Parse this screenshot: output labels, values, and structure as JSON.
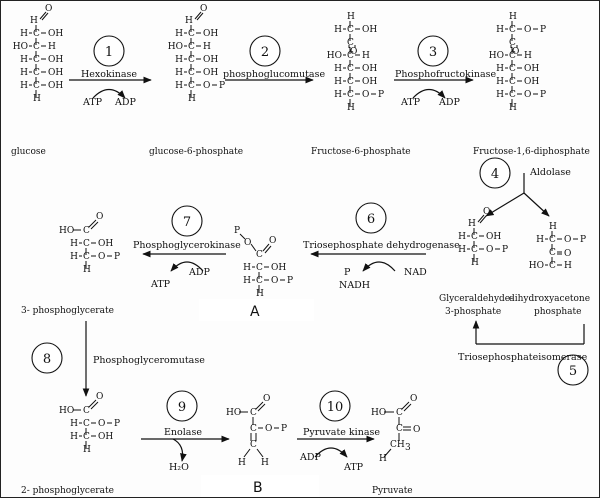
{
  "enzymes": {
    "e1": "Hexokinase",
    "e2": "phosphoglucomutase",
    "e3": "Phosphofructokinase",
    "e4": "Aldolase",
    "e5": "Triosephosphateisomerase",
    "e6": "Triosephosphate dehydrogenase",
    "e7": "Phosphoglycerokinase",
    "e8": "Phosphoglyceromutase",
    "e9": "Enolase",
    "e10": "Pyruvate kinase"
  },
  "step_numbers": [
    "1",
    "2",
    "3",
    "4",
    "5",
    "6",
    "7",
    "8",
    "9",
    "10"
  ],
  "compounds": {
    "glucose": "glucose",
    "g6p": "glucose-6-phosphate",
    "f6p": "Fructose-6-phosphate",
    "f16dp": "Fructose-1,6-diphosphate",
    "gap_line1": "Glyceraldehyde-",
    "gap_line2": "3-phosphate",
    "dhap_line1": "dihydroxyacetone",
    "dhap_line2": "phosphate",
    "pg3": "3- phosphoglycerate",
    "pg2": "2- phosphoglycerate",
    "pyruvate": "Pyruvate"
  },
  "cofactors": {
    "atp": "ATP",
    "adp": "ADP",
    "p": "P",
    "nad": "NAD",
    "nadh": "NADH",
    "h2o": "H₂O"
  },
  "atoms": {
    "O": "O",
    "OH": "OH",
    "HO": "HO",
    "H": "H",
    "C": "C",
    "P": "P",
    "CH3": "CH",
    "three": "3"
  },
  "blanks": {
    "a": "A",
    "b": "B"
  }
}
